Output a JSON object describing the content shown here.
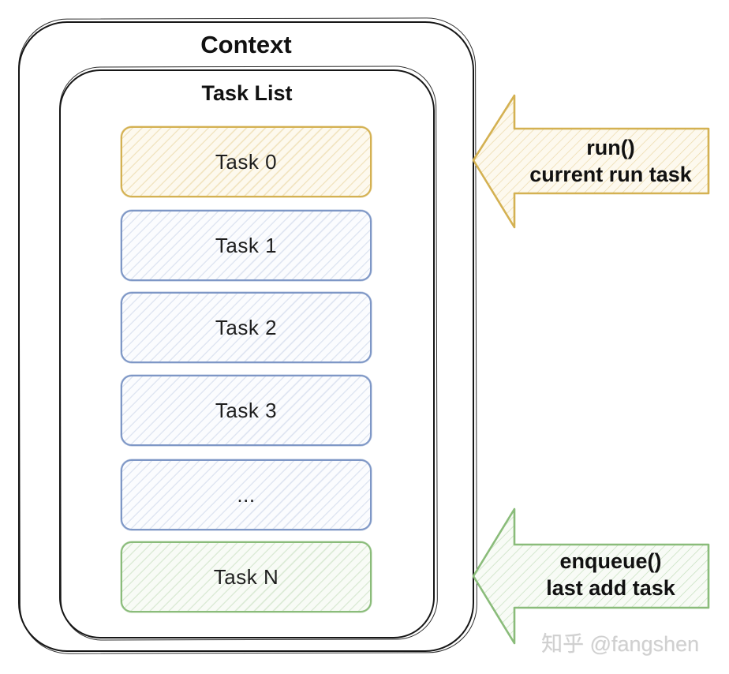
{
  "context": {
    "label": "Context"
  },
  "task_list": {
    "label": "Task List"
  },
  "tasks": [
    {
      "label": "Task 0",
      "border_color": "#d4b152"
    },
    {
      "label": "Task 1",
      "border_color": "#7e97c6"
    },
    {
      "label": "Task 2",
      "border_color": "#7e97c6"
    },
    {
      "label": "Task 3",
      "border_color": "#7e97c6"
    },
    {
      "label": "...",
      "border_color": "#7e97c6"
    },
    {
      "label": "Task N",
      "border_color": "#8abc7a"
    }
  ],
  "arrows": [
    {
      "name": "run-arrow",
      "line1": "run()",
      "line2": "current run task",
      "color": "#d4b152",
      "direction": "left"
    },
    {
      "name": "enqueue-arrow",
      "line1": "enqueue()",
      "line2": "last add task",
      "color": "#8abc7a",
      "direction": "left"
    }
  ],
  "watermark": "知乎 @fangshen",
  "colors": {
    "frame": "#161616",
    "yellow": "#d4b152",
    "blue": "#7e97c6",
    "green": "#8abc7a",
    "watermark": "#d0d0d0",
    "background": "#ffffff"
  }
}
